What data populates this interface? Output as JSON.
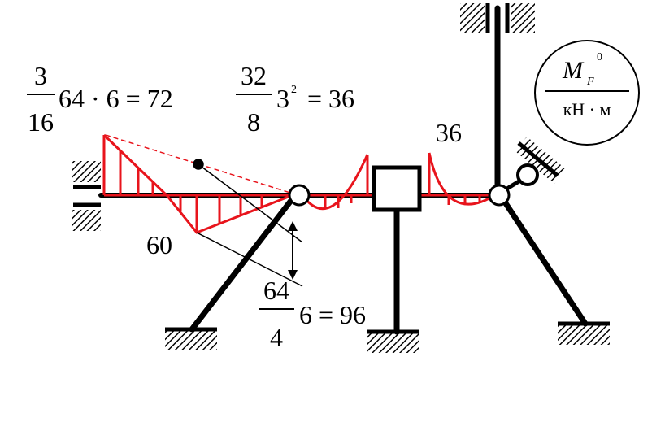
{
  "formulas": {
    "f1": {
      "num": "3",
      "den": "16",
      "rest": "64 · 6 = 72"
    },
    "f2": {
      "num": "32",
      "den": "8",
      "base": "3",
      "exp": "2",
      "rest": "= 36"
    },
    "f3": {
      "num": "64",
      "den": "4",
      "rest": "6 = 96"
    }
  },
  "labels": {
    "v60": "60",
    "v36": "36"
  },
  "legend": {
    "M": "M",
    "sub": "F",
    "sup": "0",
    "unit": "кН · м"
  },
  "colors": {
    "structure": "#000000",
    "diagram": "#e8141c",
    "hatch": "#000000"
  }
}
